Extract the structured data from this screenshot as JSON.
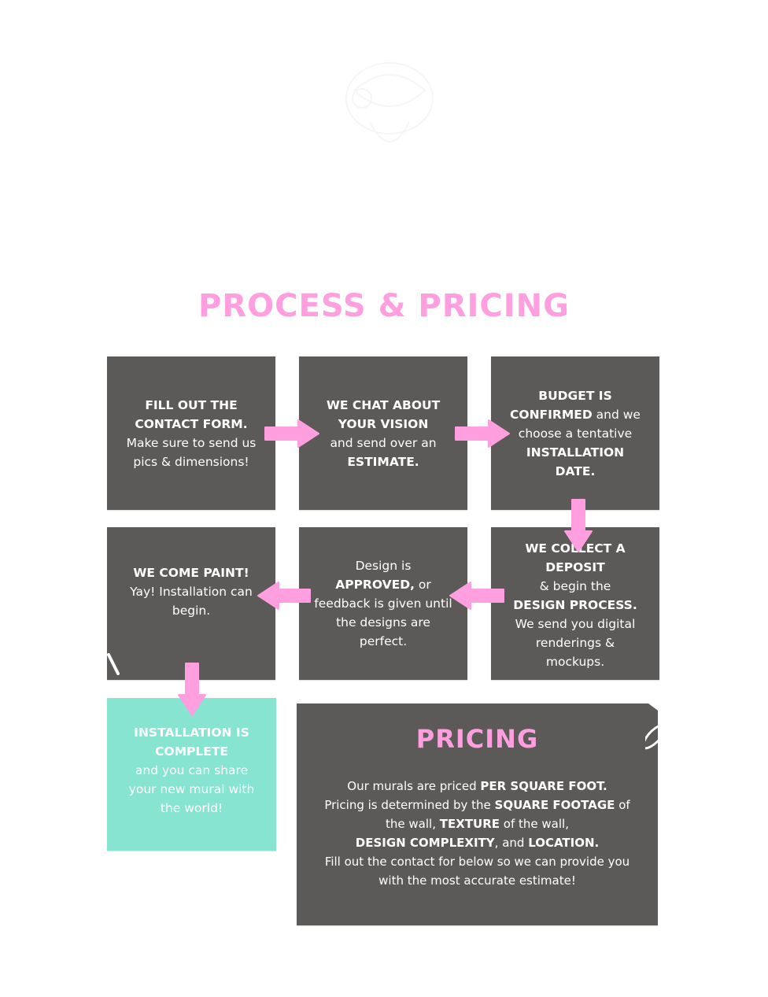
{
  "page": {
    "title": "PROCESS & PRICING"
  },
  "colors": {
    "accent_pink": "#ff9fdf",
    "box_gray": "#5c5a58",
    "box_teal": "#86e4d0",
    "text_white": "#ffffff"
  },
  "steps": [
    {
      "id": "fill-contact-form",
      "bold": "FILL OUT THE CONTACT FORM.",
      "text": "Make sure to send us pics & dimensions!"
    },
    {
      "id": "chat-vision",
      "bold": "WE CHAT ABOUT YOUR VISION",
      "text_before_bold": "and send over an",
      "bold_2": "ESTIMATE."
    },
    {
      "id": "budget-confirmed",
      "bold": "BUDGET IS CONFIRMED",
      "text": "and we choose a tentative",
      "bold_2": "INSTALLATION DATE."
    },
    {
      "id": "collect-deposit",
      "bold": "WE COLLECT A DEPOSIT",
      "text": "& begin the",
      "bold_2": "DESIGN PROCESS.",
      "text_2": "We send you digital renderings & mockups."
    },
    {
      "id": "design-approved",
      "text": "Design is",
      "bold": "APPROVED,",
      "text_2": "or feedback is given until the designs are perfect."
    },
    {
      "id": "we-come-paint",
      "bold": "WE COME PAINT!",
      "text": "Yay! Installation can begin."
    },
    {
      "id": "installation-complete",
      "bold": "INSTALLATION IS COMPLETE",
      "text": "and you can share your new mural with the world!"
    }
  ],
  "arrows": [
    {
      "from": "fill-contact-form",
      "to": "chat-vision",
      "direction": "right"
    },
    {
      "from": "chat-vision",
      "to": "budget-confirmed",
      "direction": "right"
    },
    {
      "from": "budget-confirmed",
      "to": "collect-deposit",
      "direction": "down"
    },
    {
      "from": "collect-deposit",
      "to": "design-approved",
      "direction": "left"
    },
    {
      "from": "design-approved",
      "to": "we-come-paint",
      "direction": "left"
    },
    {
      "from": "we-come-paint",
      "to": "installation-complete",
      "direction": "down"
    }
  ],
  "pricing": {
    "title": "PRICING",
    "line1_text": "Our murals are priced",
    "line1_bold": "PER SQUARE FOOT.",
    "line2_text": "Pricing is determined by the",
    "line2_bold": "SQUARE FOOTAGE",
    "line2_tail": "of",
    "line3_text": "the wall,",
    "line3_bold": "TEXTURE",
    "line3_tail": "of the wall,",
    "line4_bold": "DESIGN COMPLEXITY",
    "line4_text": ", and",
    "line4_bold_2": "LOCATION.",
    "line5_text": "Fill out the contact for below so we can provide you",
    "line6_text": "with the most accurate estimate!"
  }
}
